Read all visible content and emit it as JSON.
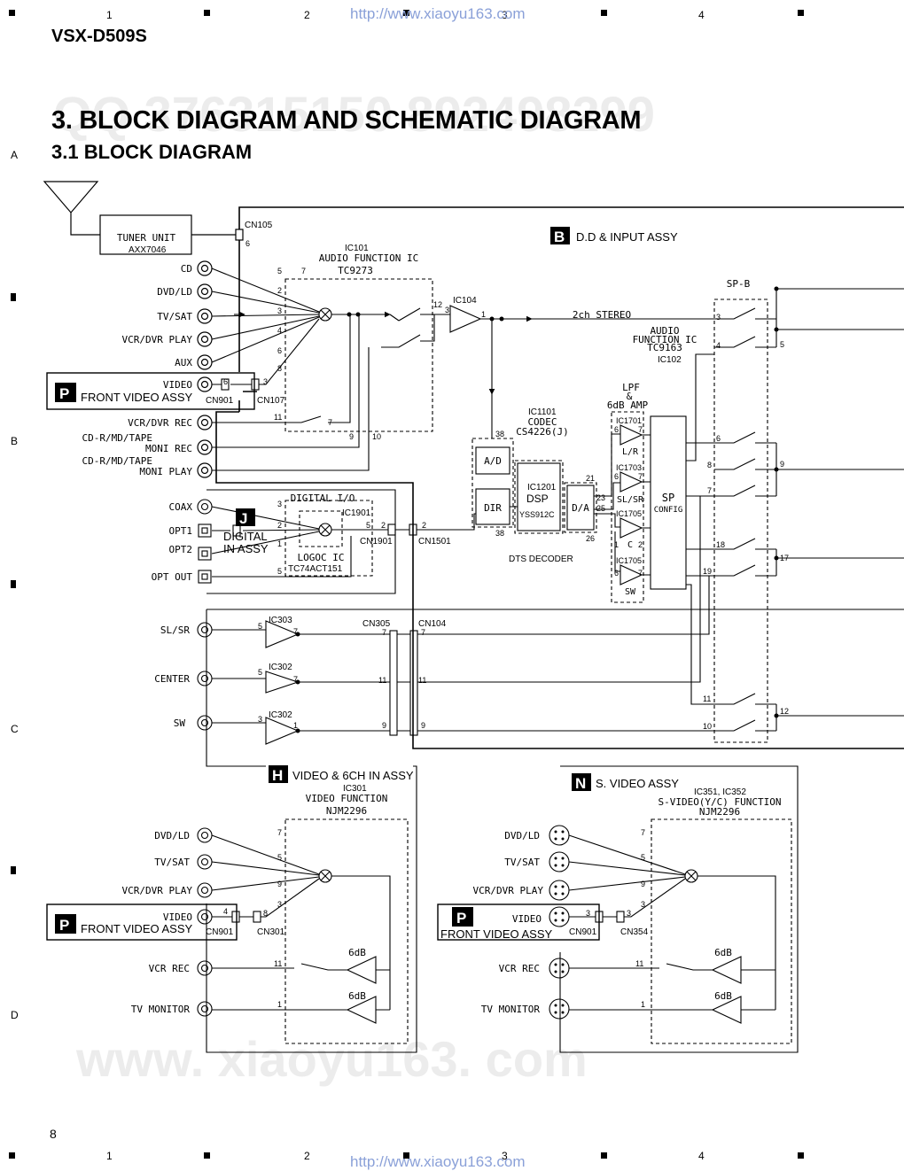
{
  "page": {
    "model": "VSX-D509S",
    "title": "3. BLOCK DIAGRAM AND SCHEMATIC DIAGRAM",
    "subtitle": "3.1 BLOCK DIAGRAM",
    "url": "http://www.xiaoyu163.com",
    "page_number": "8",
    "watermark_top": "QQ 376315150 892498299",
    "watermark_bottom": "www. xiaoyu163. com",
    "col_labels": [
      "1",
      "2",
      "3",
      "4"
    ],
    "row_labels": [
      "A",
      "B",
      "C",
      "D"
    ]
  },
  "assys": {
    "dd_input": {
      "letter": "B",
      "name": "D.D & INPUT ASSY"
    },
    "digital_in": {
      "letter": "J",
      "name1": "DIGITAL",
      "name2": "IN ASSY"
    },
    "video_6ch": {
      "letter": "H",
      "name": "VIDEO & 6CH IN ASSY"
    },
    "s_video": {
      "letter": "N",
      "name": "S. VIDEO ASSY"
    },
    "front_video": {
      "letter": "P",
      "name": "FRONT VIDEO ASSY"
    }
  },
  "tuner": {
    "line1": "TUNER UNIT",
    "line2": "AXX7046"
  },
  "audio_inputs": [
    "CD",
    "DVD/LD",
    "TV/SAT",
    "VCR/DVR PLAY",
    "AUX",
    "VIDEO",
    "VCR/DVR REC",
    "CD-R/MD/TAPE",
    "MONI REC",
    "CD-R/MD/TAPE",
    "MONI PLAY"
  ],
  "digital_inputs": [
    "COAX",
    "OPT1",
    "OPT2",
    "OPT OUT"
  ],
  "ch6_inputs": [
    "SL/SR",
    "CENTER",
    "SW"
  ],
  "video_ports": [
    "DVD/LD",
    "TV/SAT",
    "VCR/DVR PLAY",
    "VIDEO",
    "VCR REC",
    "TV MONITOR"
  ],
  "ics": {
    "ic101": [
      "IC101",
      "AUDIO FUNCTION IC",
      "TC9273"
    ],
    "ic104": "IC104",
    "ic102": [
      "AUDIO",
      "FUNCTION IC",
      "TC9163",
      "IC102"
    ],
    "ic1101": [
      "IC1101",
      "CODEC",
      "CS4226(J)"
    ],
    "ic1201": [
      "IC1201",
      "DSP",
      "YSS912C"
    ],
    "dts": "DTS DECODER",
    "lpf": [
      "LPF",
      "&",
      "6dB AMP"
    ],
    "ic1901": [
      "DIGITAL I/O",
      "IC1901",
      "LOGOC IC",
      "TC74ACT151"
    ],
    "ic301": [
      "IC301",
      "VIDEO FUNCTION",
      "NJM2296"
    ],
    "ic351": [
      "IC351, IC352",
      "S-VIDEO(Y/C) FUNCTION",
      "NJM2296"
    ],
    "blocks": {
      "ad": "A/D",
      "dir": "DIR",
      "da": "D/A",
      "sp": "SP",
      "config": "CONFIG"
    },
    "amps": [
      "IC1701",
      "L/R",
      "IC1703",
      "SL/SR",
      "IC1705",
      "C",
      "IC1705",
      "SW"
    ],
    "ch6_amps": [
      "IC303",
      "IC302",
      "IC302"
    ],
    "gain": "6dB"
  },
  "connectors": [
    "CN105",
    "CN107",
    "CN901",
    "CN1901",
    "CN1501",
    "CN305",
    "CN104",
    "CN301",
    "CN901",
    "CN354"
  ],
  "signals": {
    "stereo": "2ch STEREO",
    "spb": "SP-B"
  }
}
